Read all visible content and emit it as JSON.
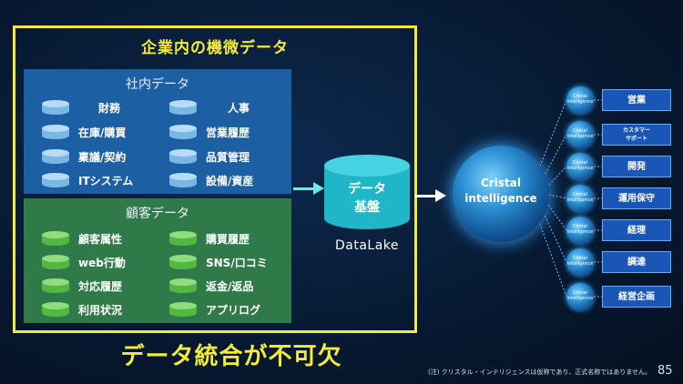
{
  "frame_title": "企業内の機微データ",
  "internal": {
    "title": "社内データ",
    "left": [
      "財務",
      "在庫/購買",
      "稟議/契約",
      "ITシステム"
    ],
    "right": [
      "人事",
      "営業履歴",
      "品質管理",
      "設備/資産"
    ]
  },
  "customer": {
    "title": "顧客データ",
    "left": [
      "顧客属性",
      "web行動",
      "対応履歴",
      "利用状況"
    ],
    "right": [
      "購買履歴",
      "SNS/口コミ",
      "返金/返品",
      "アプリログ"
    ]
  },
  "lake": {
    "line1": "データ",
    "line2": "基盤",
    "label": "DataLake"
  },
  "globe": {
    "line1": "Cristal",
    "line2": "intelligence",
    "mini1": "Cristal",
    "mini2": "intelligence"
  },
  "departments": [
    "営業",
    "カスタマー\nサポート",
    "開発",
    "運用保守",
    "経理",
    "調達",
    "経営企画"
  ],
  "footer": "データ統合が不可欠",
  "note": "(注) クリスタル・インテリジェンスは仮称であり、正式名称ではありません。",
  "page": "85",
  "colors": {
    "accent": "#f3ea3a",
    "internal": "#1d5fa3",
    "customer": "#2f7a48",
    "dept": "#1a56b5"
  }
}
